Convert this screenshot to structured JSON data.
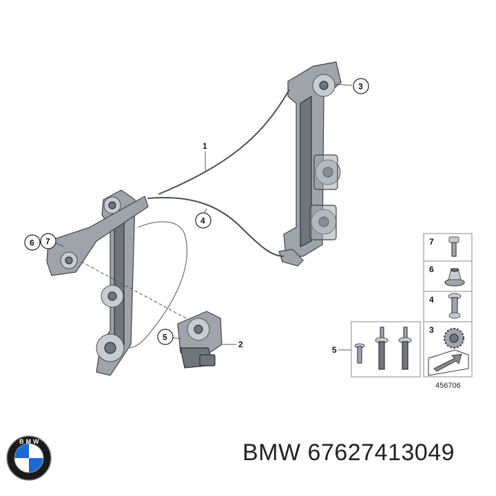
{
  "diagram": {
    "callouts": [
      "1",
      "2",
      "3",
      "4",
      "5",
      "6",
      "7"
    ],
    "legend": {
      "items": [
        {
          "number": "7",
          "icon": "bolt-icon"
        },
        {
          "number": "6",
          "icon": "nut-icon"
        },
        {
          "number": "4",
          "icon": "clip-icon"
        },
        {
          "number": "3",
          "icon": "gear-icon"
        }
      ],
      "group_label": "5",
      "figure_number": "456706"
    }
  },
  "brand": {
    "logo": "BMW",
    "caption": "BMW 67627413049",
    "colors": {
      "blue": "#1c69d4",
      "dark": "#1a1a1a"
    }
  }
}
